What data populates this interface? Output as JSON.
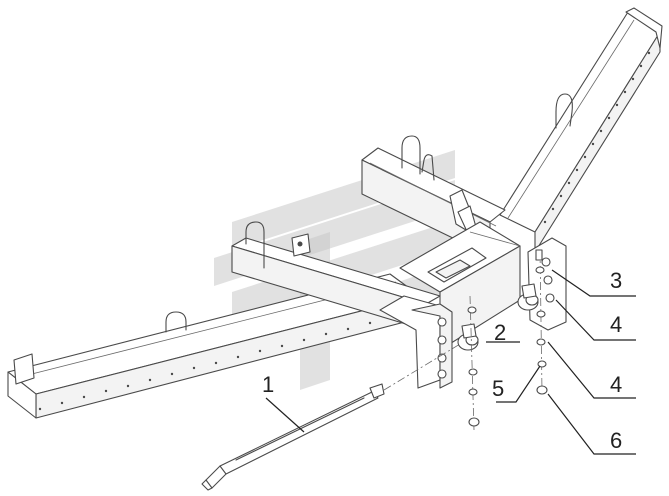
{
  "callouts": [
    {
      "label": "1"
    },
    {
      "label": "2"
    },
    {
      "label": "3"
    },
    {
      "label": "4"
    },
    {
      "label": "4"
    },
    {
      "label": "5"
    },
    {
      "label": "6"
    }
  ],
  "colors": {
    "line": "#4a4a4a",
    "watermark": "#c9c9c9",
    "background": "#ffffff"
  }
}
